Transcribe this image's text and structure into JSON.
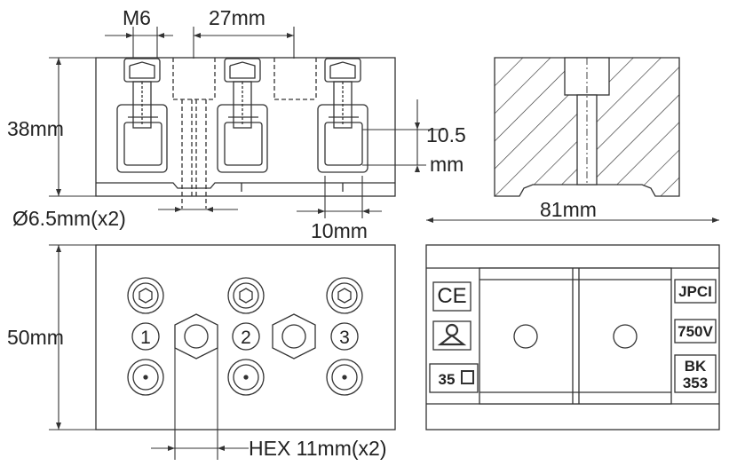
{
  "dimensions": {
    "m6": "M6",
    "pitch": "27mm",
    "height": "38mm",
    "clamp_a": "10.5",
    "clamp_b": "mm",
    "hole": "Ø6.5mm(x2)",
    "clamp_width": "10mm",
    "length": "81mm",
    "width": "50mm",
    "hex": "HEX 11mm(x2)"
  },
  "terminals": [
    "1",
    "2",
    "3"
  ],
  "markings": {
    "ce": "CE",
    "brand": "JPCI",
    "voltage": "750V",
    "model_line1": "BK",
    "model_line2": "353",
    "size": "35"
  }
}
